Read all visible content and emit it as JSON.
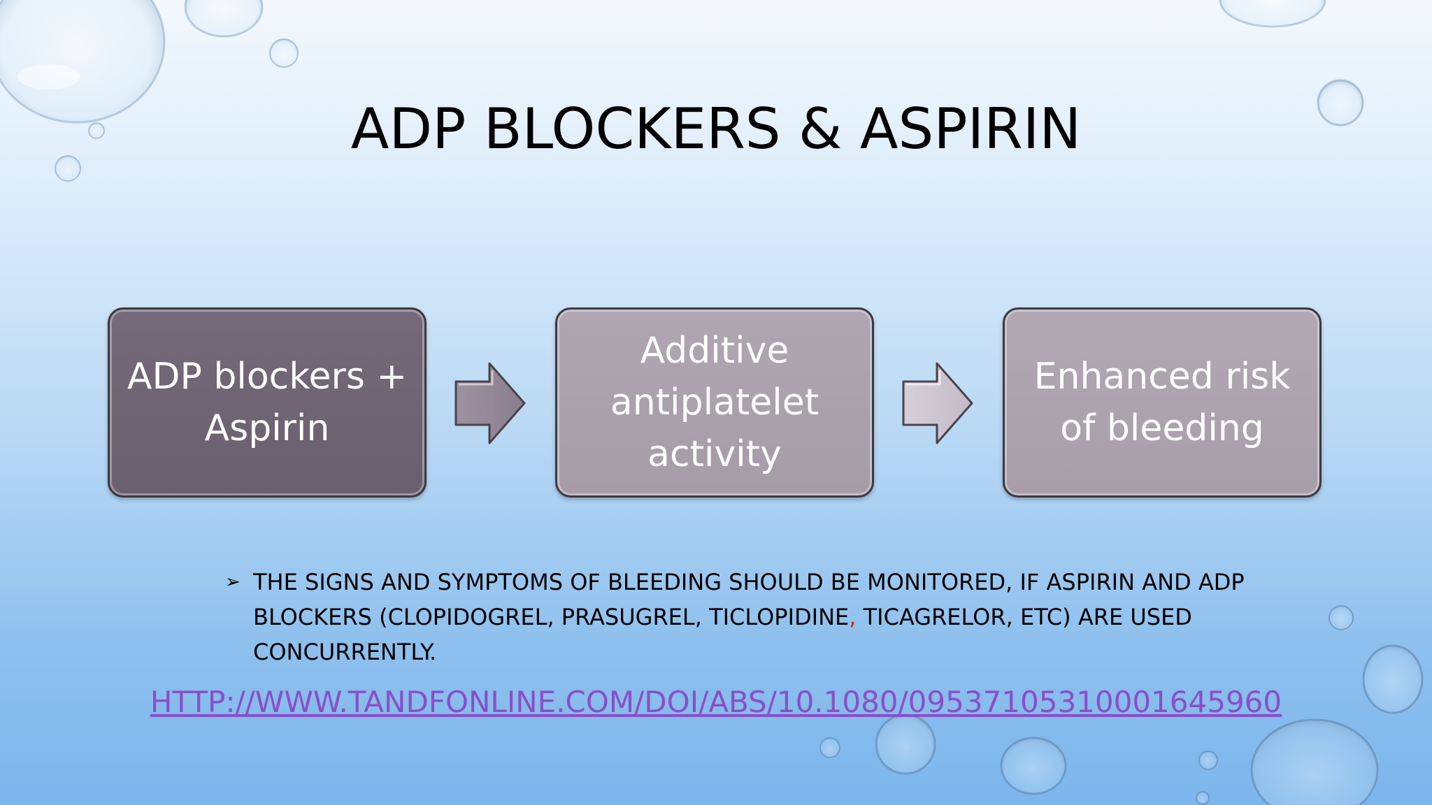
{
  "slide": {
    "title": "ADP BLOCKERS & ASPIRIN"
  },
  "flow": {
    "steps": [
      {
        "line1": "ADP blockers +",
        "line2": "Aspirin",
        "line3": ""
      },
      {
        "line1": "Additive",
        "line2": "antiplatelet",
        "line3": "activity"
      },
      {
        "line1": "Enhanced risk",
        "line2": "of bleeding",
        "line3": ""
      }
    ]
  },
  "bullet": {
    "marker": "➢",
    "text_before": "THE SIGNS AND SYMPTOMS OF BLEEDING SHOULD BE MONITORED, IF ASPIRIN AND ADP BLOCKERS (CLOPIDOGREL, PRASUGREL, TICLOPIDINE",
    "comma": ",",
    "text_after": " TICAGRELOR, ETC) ARE USED CONCURRENTLY."
  },
  "link": {
    "text": "HTTP://WWW.TANDFONLINE.COM/DOI/ABS/10.1080/09537105310001645960"
  },
  "colors": {
    "background_top": "#f2f8fd",
    "background_bottom": "#7bb6ec",
    "box_dark": "#6f6473",
    "box_light": "#aba1ad",
    "link": "#8a4fc7",
    "accent_red": "#d0202a"
  }
}
